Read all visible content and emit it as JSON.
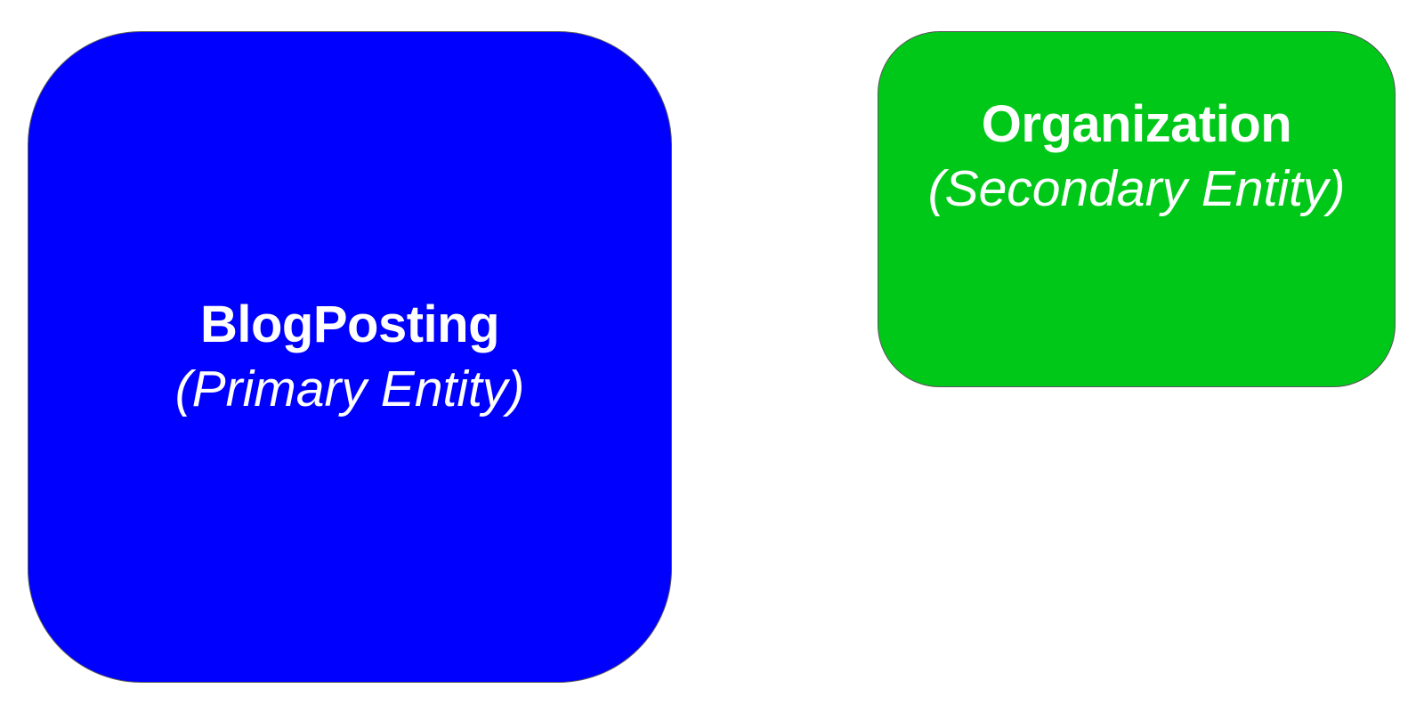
{
  "diagram": {
    "primary": {
      "name": "BlogPosting",
      "role": "(Primary Entity)",
      "color": "#0000ff"
    },
    "secondary": {
      "name": "Organization",
      "role": "(Secondary Entity)",
      "color": "#00c819"
    }
  }
}
